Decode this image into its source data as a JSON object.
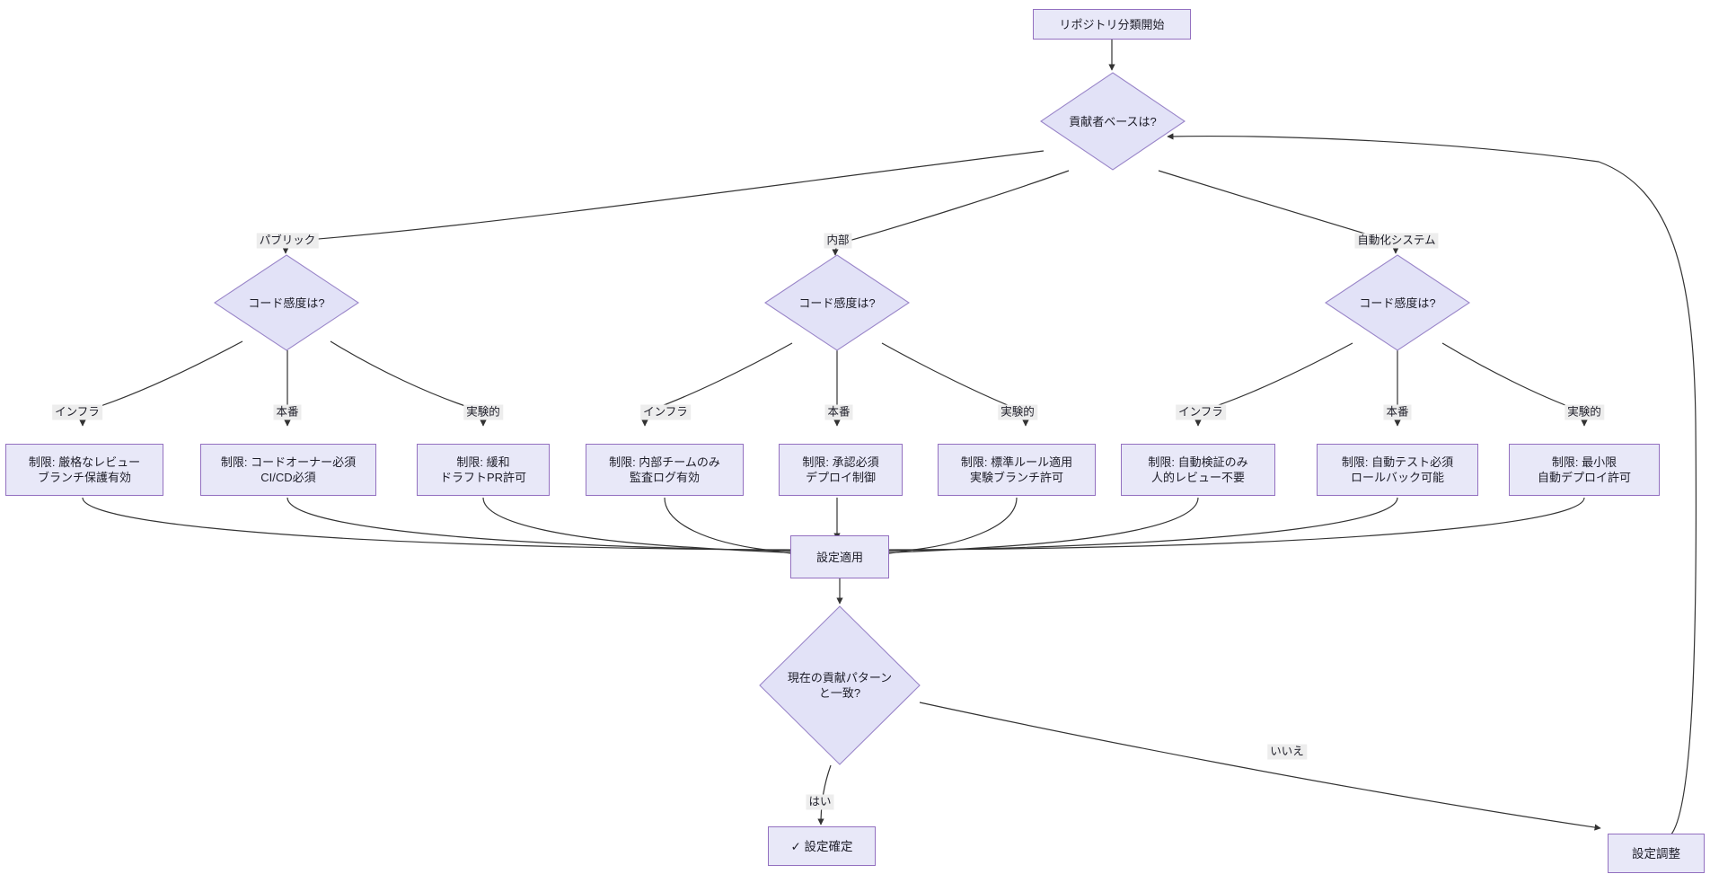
{
  "diagram": {
    "type": "flowchart",
    "direction": "top-down",
    "title": "リポジトリ分類開始",
    "theme": {
      "node_fill": "#e8e8f8",
      "node_stroke": "#9370c0",
      "decision_fill": "#e2e2f7",
      "decision_stroke": "#9a86c9",
      "edge_stroke": "#333333",
      "edge_label_bg": "#ededed",
      "text_color": "#1d1d28",
      "background": "#ffffff"
    }
  },
  "nodes": {
    "start": {
      "label": "リポジトリ分類開始",
      "shape": "rect"
    },
    "contributor_base": {
      "label": "貢献者ベースは?",
      "shape": "diamond"
    },
    "sens_public": {
      "label": "コード感度は?",
      "shape": "diamond"
    },
    "sens_internal": {
      "label": "コード感度は?",
      "shape": "diamond"
    },
    "sens_automation": {
      "label": "コード感度は?",
      "shape": "diamond"
    },
    "leaf_public_infra": {
      "line1": "制限: 厳格なレビュー",
      "line2": "ブランチ保護有効",
      "shape": "rect"
    },
    "leaf_public_prod": {
      "line1": "制限: コードオーナー必須",
      "line2": "CI/CD必須",
      "shape": "rect"
    },
    "leaf_public_exp": {
      "line1": "制限: 緩和",
      "line2": "ドラフトPR許可",
      "shape": "rect"
    },
    "leaf_internal_infra": {
      "line1": "制限: 内部チームのみ",
      "line2": "監査ログ有効",
      "shape": "rect"
    },
    "leaf_internal_prod": {
      "line1": "制限: 承認必須",
      "line2": "デプロイ制御",
      "shape": "rect"
    },
    "leaf_internal_exp": {
      "line1": "制限: 標準ルール適用",
      "line2": "実験ブランチ許可",
      "shape": "rect"
    },
    "leaf_auto_infra": {
      "line1": "制限: 自動検証のみ",
      "line2": "人的レビュー不要",
      "shape": "rect"
    },
    "leaf_auto_prod": {
      "line1": "制限: 自動テスト必須",
      "line2": "ロールバック可能",
      "shape": "rect"
    },
    "leaf_auto_exp": {
      "line1": "制限: 最小限",
      "line2": "自動デプロイ許可",
      "shape": "rect"
    },
    "apply_settings": {
      "label": "設定適用",
      "shape": "rect"
    },
    "pattern_match": {
      "label_line1": "現在の貢献パターン",
      "label_line2": "と一致?",
      "shape": "diamond"
    },
    "confirm": {
      "label": "✓ 設定確定",
      "shape": "rect"
    },
    "adjust": {
      "label": "設定調整",
      "shape": "rect"
    }
  },
  "edge_labels": {
    "public": "パブリック",
    "internal": "内部",
    "automation": "自動化システム",
    "infra_1": "インフラ",
    "prod_1": "本番",
    "exp_1": "実験的",
    "infra_2": "インフラ",
    "prod_2": "本番",
    "exp_2": "実験的",
    "infra_3": "インフラ",
    "prod_3": "本番",
    "exp_3": "実験的",
    "yes": "はい",
    "no": "いいえ"
  }
}
